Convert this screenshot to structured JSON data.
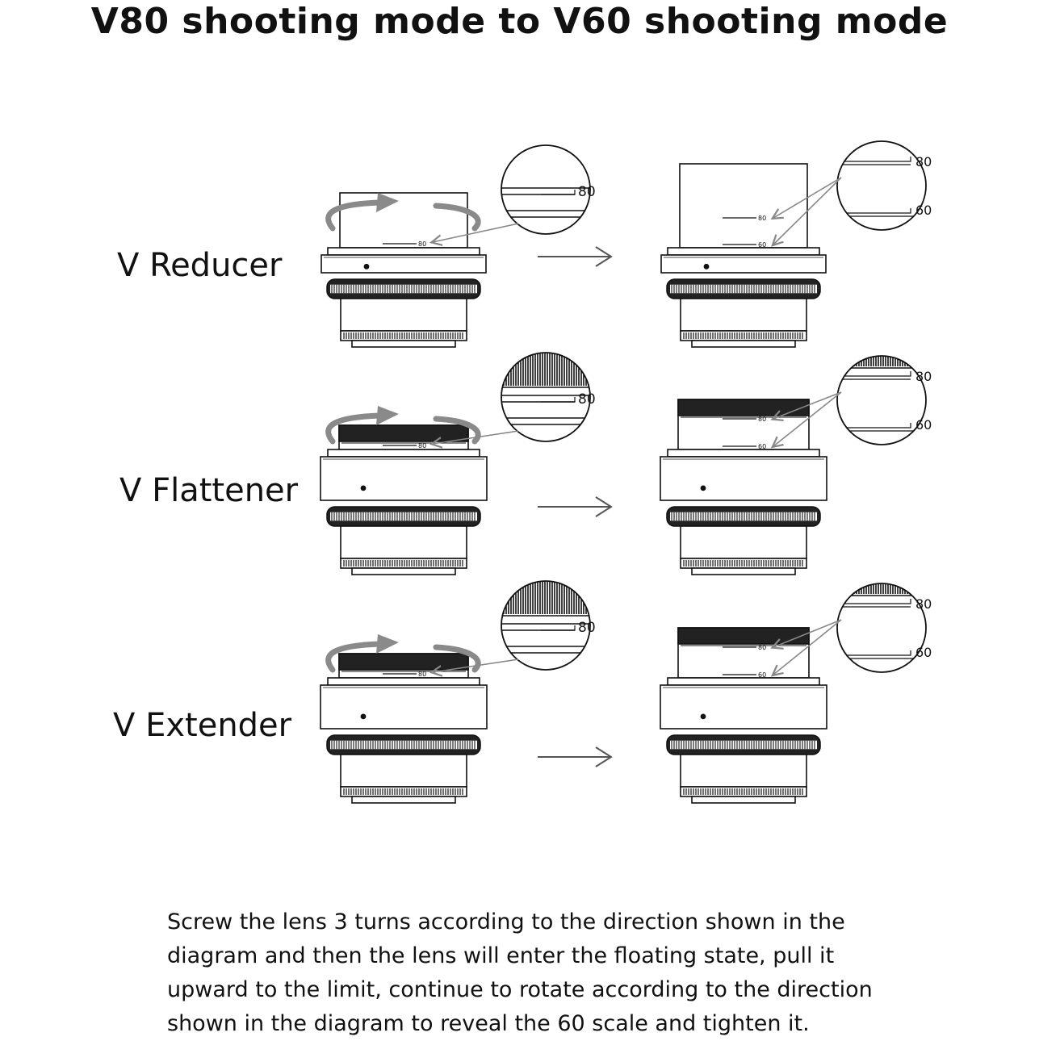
{
  "title": "V80 shooting mode to V60 shooting mode",
  "rows": [
    {
      "label": "V Reducer",
      "variant": "reducer"
    },
    {
      "label": "V Flattener",
      "variant": "flattener"
    },
    {
      "label": "V Extender",
      "variant": "extender"
    }
  ],
  "scale": {
    "from": "80",
    "to": "60"
  },
  "caption_lines": [
    "Screw the lens 3 turns according to the direction shown in the",
    "diagram and then the lens will enter the floating state, pull it",
    "upward to the limit, continue to rotate according to the direction",
    "shown in the diagram to reveal the 60 scale  and tighten it."
  ],
  "colors": {
    "line": "#111111",
    "arrow_gray": "#888888",
    "knurl_fill": "#222222"
  }
}
